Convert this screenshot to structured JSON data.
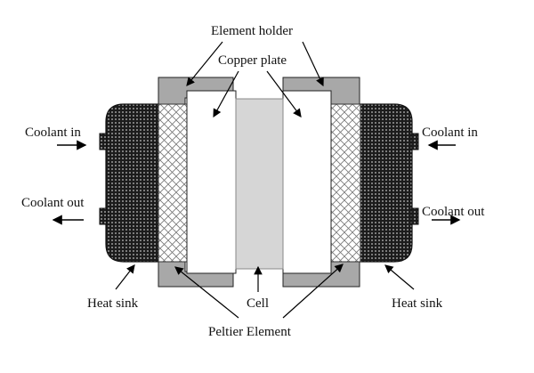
{
  "labels": {
    "element_holder": "Element holder",
    "copper_plate": "Copper plate",
    "coolant_in_left": "Coolant in",
    "coolant_in_right": "Coolant in",
    "coolant_out_left": "Coolant out",
    "coolant_out_right": "Coolant out",
    "heat_sink_left": "Heat sink",
    "heat_sink_right": "Heat sink",
    "cell": "Cell",
    "peltier_element": "Peltier Element"
  },
  "colors": {
    "holder_fill": "#a8a8a8",
    "cell_fill": "#d6d6d6",
    "copper_fill": "#ffffff",
    "heat_sink_fill": "#2a2a2a",
    "peltier_hatch": "#777777",
    "stroke": "#222222"
  }
}
